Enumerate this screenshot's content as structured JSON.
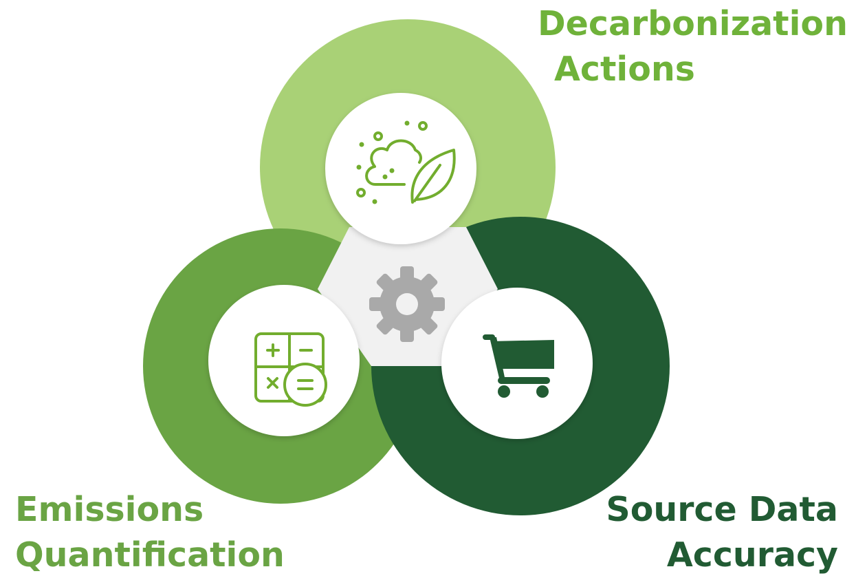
{
  "diagram": {
    "labels": {
      "decarbonization": [
        "Decarbonization",
        "Actions"
      ],
      "emissions": [
        "Emissions",
        "Quantification"
      ],
      "source_data": [
        "Source Data",
        "Accuracy"
      ]
    },
    "icons": {
      "top": "leaf-cloud-icon",
      "left": "calculator-icon",
      "right": "shopping-cart-icon",
      "center": "gear-icon"
    }
  },
  "colors": {
    "light_green": "#a9d176",
    "mid_green": "#6aa444",
    "dark_green": "#215b33",
    "icon_green": "#72ad2e",
    "gear_gray": "#a9a9a9",
    "center_fill": "#f1f1f1"
  }
}
